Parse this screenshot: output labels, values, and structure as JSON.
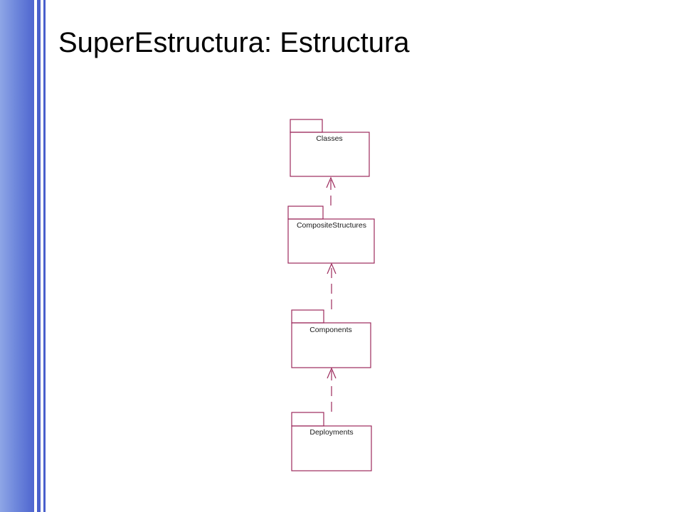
{
  "slide": {
    "title": "SuperEstructura: Estructura"
  },
  "diagram": {
    "packages": [
      {
        "id": "classes",
        "label": "Classes"
      },
      {
        "id": "composite-structures",
        "label": "CompositeStructures"
      },
      {
        "id": "components",
        "label": "Components"
      },
      {
        "id": "deployments",
        "label": "Deployments"
      }
    ],
    "dependencies": [
      {
        "from": "composite-structures",
        "to": "classes"
      },
      {
        "from": "components",
        "to": "composite-structures"
      },
      {
        "from": "deployments",
        "to": "components"
      }
    ]
  },
  "colors": {
    "side_band": "#6f88dc",
    "side_lines": "#4a60cc",
    "package_stroke": "#9c2a5c",
    "title_text": "#000000"
  }
}
